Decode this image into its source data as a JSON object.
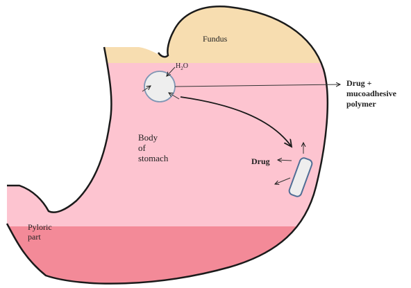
{
  "labels": {
    "fundus": "Fundus",
    "h2o_main": "H",
    "h2o_sub": "2",
    "h2o_end": "O",
    "drug_polymer_line1": "Drug +",
    "drug_polymer_line2": "mucoadhesive",
    "drug_polymer_line3": "polymer",
    "body_line1": "Body",
    "body_line2": "of",
    "body_line3": "stomach",
    "drug": "Drug",
    "pyloric_line1": "Pyloric",
    "pyloric_line2": "part"
  },
  "colors": {
    "fundus": "#f7ddb0",
    "body": "#fdc4d0",
    "pyloric": "#f38a98",
    "outline": "#1a1a1a",
    "particle_fill": "#eeeeee",
    "particle_stroke": "#7f96b4"
  }
}
